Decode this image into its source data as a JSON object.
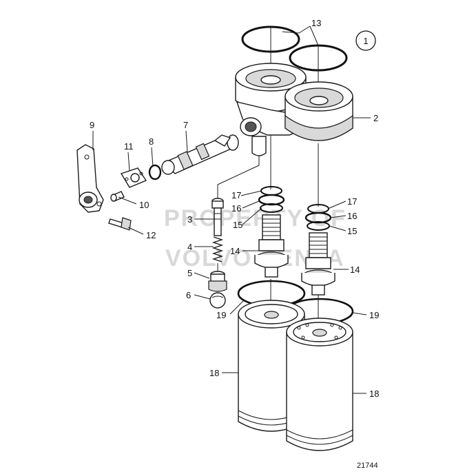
{
  "view_number": "1",
  "figure_number": "21744",
  "watermark": [
    "PROPERTY OF",
    "VOLVO PENTA"
  ],
  "callouts": {
    "c2": "2",
    "c3": "3",
    "c4": "4",
    "c5": "5",
    "c6": "6",
    "c7": "7",
    "c8": "8",
    "c9": "9",
    "c10": "10",
    "c11": "11",
    "c12": "12",
    "c13": "13",
    "c14a": "14",
    "c14b": "14",
    "c15a": "15",
    "c15b": "15",
    "c16a": "16",
    "c16b": "16",
    "c17a": "17",
    "c17b": "17",
    "c18a": "18",
    "c18b": "18",
    "c19a": "19",
    "c19b": "19"
  }
}
